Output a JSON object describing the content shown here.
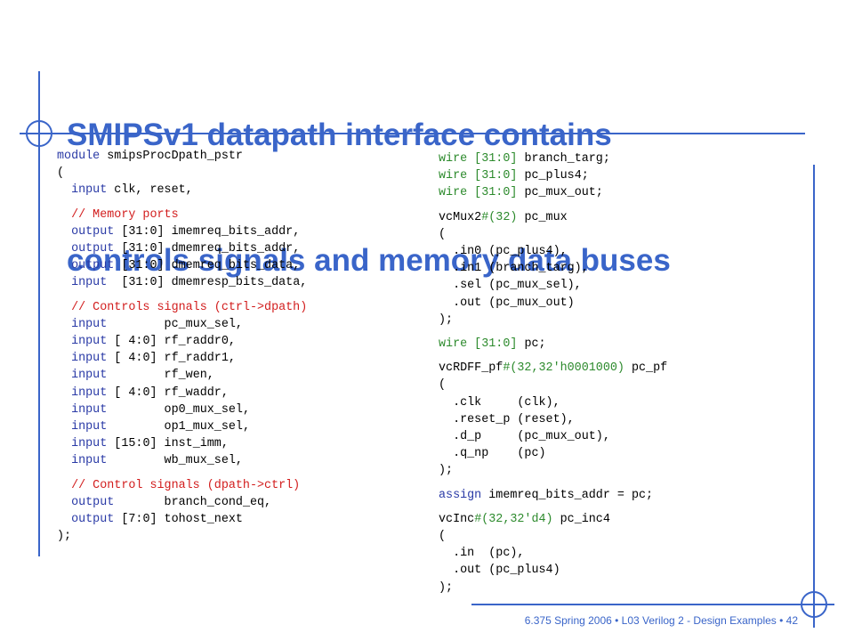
{
  "title": {
    "line1": "SMIPSv1 datapath interface contains",
    "line2": "controls signals and memory data buses"
  },
  "left_code": [
    {
      "parts": [
        {
          "t": "module",
          "c": "blue"
        },
        {
          "t": " smipsProcDpath_pstr"
        }
      ]
    },
    {
      "parts": [
        {
          "t": "("
        }
      ]
    },
    {
      "parts": [
        {
          "t": "  "
        },
        {
          "t": "input",
          "c": "blue"
        },
        {
          "t": " clk, reset,"
        }
      ]
    },
    {
      "gap": true,
      "parts": [
        {
          "t": "  // Memory ports",
          "c": "red"
        }
      ]
    },
    {
      "parts": [
        {
          "t": "  "
        },
        {
          "t": "output",
          "c": "blue"
        },
        {
          "t": " [31:0] imemreq_bits_addr,"
        }
      ]
    },
    {
      "parts": [
        {
          "t": "  "
        },
        {
          "t": "output",
          "c": "blue"
        },
        {
          "t": " [31:0] dmemreq_bits_addr,"
        }
      ]
    },
    {
      "parts": [
        {
          "t": "  "
        },
        {
          "t": "output",
          "c": "blue"
        },
        {
          "t": " [31:0] dmemreq_bits_data,"
        }
      ]
    },
    {
      "parts": [
        {
          "t": "  "
        },
        {
          "t": "input",
          "c": "blue"
        },
        {
          "t": "  [31:0] dmemresp_bits_data,"
        }
      ]
    },
    {
      "gap": true,
      "parts": [
        {
          "t": "  // Controls signals (ctrl->dpath)",
          "c": "red"
        }
      ]
    },
    {
      "parts": [
        {
          "t": "  "
        },
        {
          "t": "input",
          "c": "blue"
        },
        {
          "t": "        pc_mux_sel,"
        }
      ]
    },
    {
      "parts": [
        {
          "t": "  "
        },
        {
          "t": "input",
          "c": "blue"
        },
        {
          "t": " [ 4:0] rf_raddr0,"
        }
      ]
    },
    {
      "parts": [
        {
          "t": "  "
        },
        {
          "t": "input",
          "c": "blue"
        },
        {
          "t": " [ 4:0] rf_raddr1,"
        }
      ]
    },
    {
      "parts": [
        {
          "t": "  "
        },
        {
          "t": "input",
          "c": "blue"
        },
        {
          "t": "        rf_wen,"
        }
      ]
    },
    {
      "parts": [
        {
          "t": "  "
        },
        {
          "t": "input",
          "c": "blue"
        },
        {
          "t": " [ 4:0] rf_waddr,"
        }
      ]
    },
    {
      "parts": [
        {
          "t": "  "
        },
        {
          "t": "input",
          "c": "blue"
        },
        {
          "t": "        op0_mux_sel,"
        }
      ]
    },
    {
      "parts": [
        {
          "t": "  "
        },
        {
          "t": "input",
          "c": "blue"
        },
        {
          "t": "        op1_mux_sel,"
        }
      ]
    },
    {
      "parts": [
        {
          "t": "  "
        },
        {
          "t": "input",
          "c": "blue"
        },
        {
          "t": " [15:0] inst_imm,"
        }
      ]
    },
    {
      "parts": [
        {
          "t": "  "
        },
        {
          "t": "input",
          "c": "blue"
        },
        {
          "t": "        wb_mux_sel,"
        }
      ]
    },
    {
      "gap": true,
      "parts": [
        {
          "t": "  // Control signals (dpath->ctrl)",
          "c": "red"
        }
      ]
    },
    {
      "parts": [
        {
          "t": "  "
        },
        {
          "t": "output",
          "c": "blue"
        },
        {
          "t": "       branch_cond_eq,"
        }
      ]
    },
    {
      "parts": [
        {
          "t": "  "
        },
        {
          "t": "output",
          "c": "blue"
        },
        {
          "t": " [7:0] tohost_next"
        }
      ]
    },
    {
      "parts": [
        {
          "t": ");"
        }
      ]
    }
  ],
  "right_code": [
    {
      "parts": [
        {
          "t": "wire [31:0]",
          "c": "green"
        },
        {
          "t": " branch_targ;"
        }
      ]
    },
    {
      "parts": [
        {
          "t": "wire [31:0]",
          "c": "green"
        },
        {
          "t": " pc_plus4;"
        }
      ]
    },
    {
      "parts": [
        {
          "t": "wire [31:0]",
          "c": "green"
        },
        {
          "t": " pc_mux_out;"
        }
      ]
    },
    {
      "gap": true,
      "parts": [
        {
          "t": "vcMux2"
        },
        {
          "t": "#(32)",
          "c": "green"
        },
        {
          "t": " pc_mux"
        }
      ]
    },
    {
      "parts": [
        {
          "t": "("
        }
      ]
    },
    {
      "parts": [
        {
          "t": "  .in0 (pc_plus4),"
        }
      ]
    },
    {
      "parts": [
        {
          "t": "  .in1 (branch_targ),"
        }
      ]
    },
    {
      "parts": [
        {
          "t": "  .sel (pc_mux_sel),"
        }
      ]
    },
    {
      "parts": [
        {
          "t": "  .out (pc_mux_out)"
        }
      ]
    },
    {
      "parts": [
        {
          "t": ");"
        }
      ]
    },
    {
      "gap": true,
      "parts": [
        {
          "t": "wire [31:0]",
          "c": "green"
        },
        {
          "t": " pc;"
        }
      ]
    },
    {
      "gap": true,
      "parts": [
        {
          "t": "vcRDFF_pf"
        },
        {
          "t": "#(32,32'h0001000)",
          "c": "green"
        },
        {
          "t": " pc_pf"
        }
      ]
    },
    {
      "parts": [
        {
          "t": "("
        }
      ]
    },
    {
      "parts": [
        {
          "t": "  .clk     (clk),"
        }
      ]
    },
    {
      "parts": [
        {
          "t": "  .reset_p (reset),"
        }
      ]
    },
    {
      "parts": [
        {
          "t": "  .d_p     (pc_mux_out),"
        }
      ]
    },
    {
      "parts": [
        {
          "t": "  .q_np    (pc)"
        }
      ]
    },
    {
      "parts": [
        {
          "t": ");"
        }
      ]
    },
    {
      "gap": true,
      "parts": [
        {
          "t": "assign",
          "c": "blue"
        },
        {
          "t": " imemreq_bits_addr = pc;"
        }
      ]
    },
    {
      "gap": true,
      "parts": [
        {
          "t": "vcInc"
        },
        {
          "t": "#(32,32'd4)",
          "c": "green"
        },
        {
          "t": " pc_inc4"
        }
      ]
    },
    {
      "parts": [
        {
          "t": "("
        }
      ]
    },
    {
      "parts": [
        {
          "t": "  .in  (pc),"
        }
      ]
    },
    {
      "parts": [
        {
          "t": "  .out (pc_plus4)"
        }
      ]
    },
    {
      "parts": [
        {
          "t": ");"
        }
      ]
    }
  ],
  "footer": "6.375 Spring 2006 • L03 Verilog 2 - Design Examples • 42",
  "colors": {
    "accent": "#3a65c9",
    "keyword_blue": "#2a3aa6",
    "keyword_green": "#2c8a2c",
    "comment_red": "#d21d1d"
  }
}
